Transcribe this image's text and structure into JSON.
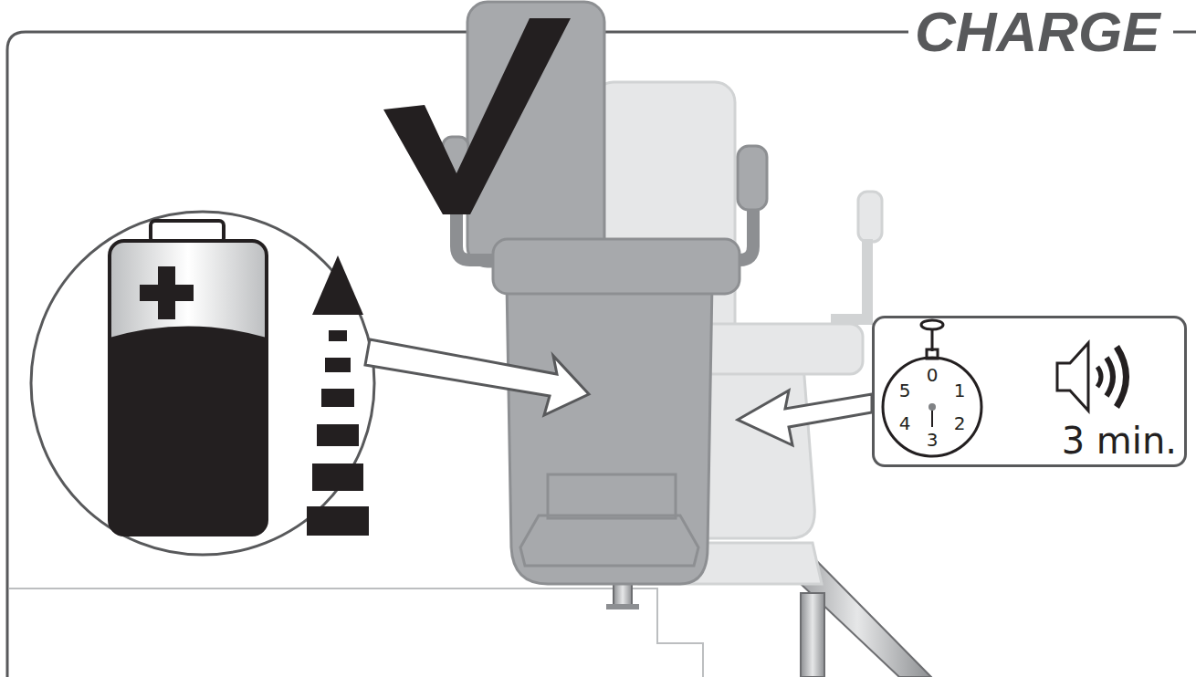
{
  "diagram": {
    "title": "CHARGE",
    "nodes": [
      {
        "text": [
          "3 min."
        ]
      }
    ],
    "labels": [
      "0",
      "1",
      "2",
      "3",
      "4",
      "5"
    ]
  }
}
